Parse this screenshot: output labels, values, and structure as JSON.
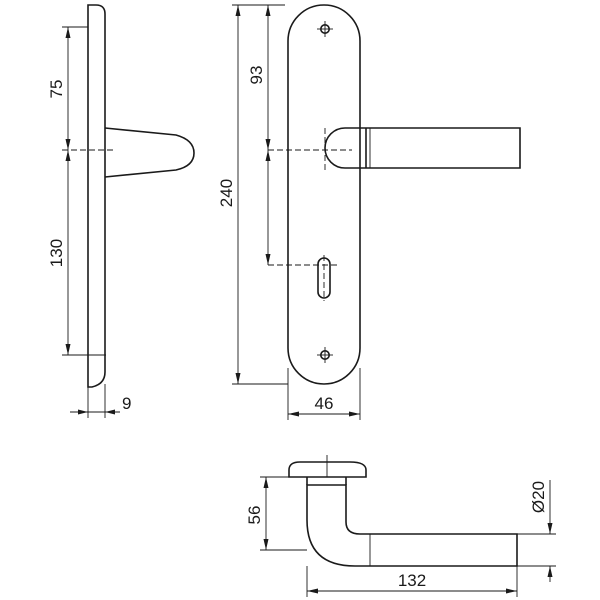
{
  "dimensions": {
    "top_to_handle": "75",
    "handle_to_bottom": "130",
    "plate_thickness": "9",
    "total_height": "240",
    "top_to_spindle": "93",
    "plate_width": "46",
    "rose_height": "56",
    "lever_length": "132",
    "lever_diameter": "Ø20"
  }
}
